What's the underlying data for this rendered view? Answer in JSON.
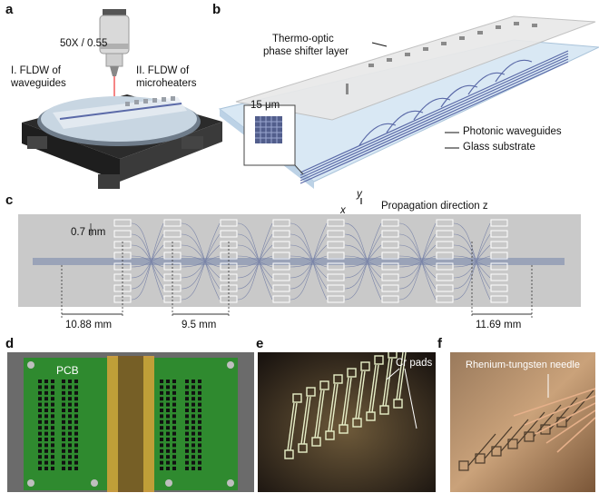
{
  "panels": {
    "a": {
      "letter": "a",
      "objective": "50X / 0.55",
      "step1_line1": "I. FLDW of",
      "step1_line2": "waveguides",
      "step2_line1": "II. FLDW of",
      "step2_line2": "microheaters"
    },
    "b": {
      "letter": "b",
      "layer_line1": "Thermo-optic",
      "layer_line2": "phase shifter layer",
      "scale": "15 μm",
      "waveguides": "Photonic waveguides",
      "substrate": "Glass substrate",
      "axis_x": "x",
      "axis_y": "y",
      "propagation": "Propagation direction z"
    },
    "c": {
      "letter": "c",
      "pitch": "0.7 mm",
      "left_len": "10.88 mm",
      "mid_len": "9.5 mm",
      "right_len": "11.69 mm"
    },
    "d": {
      "letter": "d",
      "pcb": "PCB"
    },
    "e": {
      "letter": "e",
      "pads": "Cr pads"
    },
    "f": {
      "letter": "f",
      "needle": "Rhenium-tungsten needle"
    }
  },
  "colors": {
    "chip_gray": "#c9c9c9",
    "waveguide": "#5b6aa8",
    "pcb_green": "#2f8a2f",
    "gold": "#d8a23a",
    "glass_blue": "#cfe3f3"
  }
}
